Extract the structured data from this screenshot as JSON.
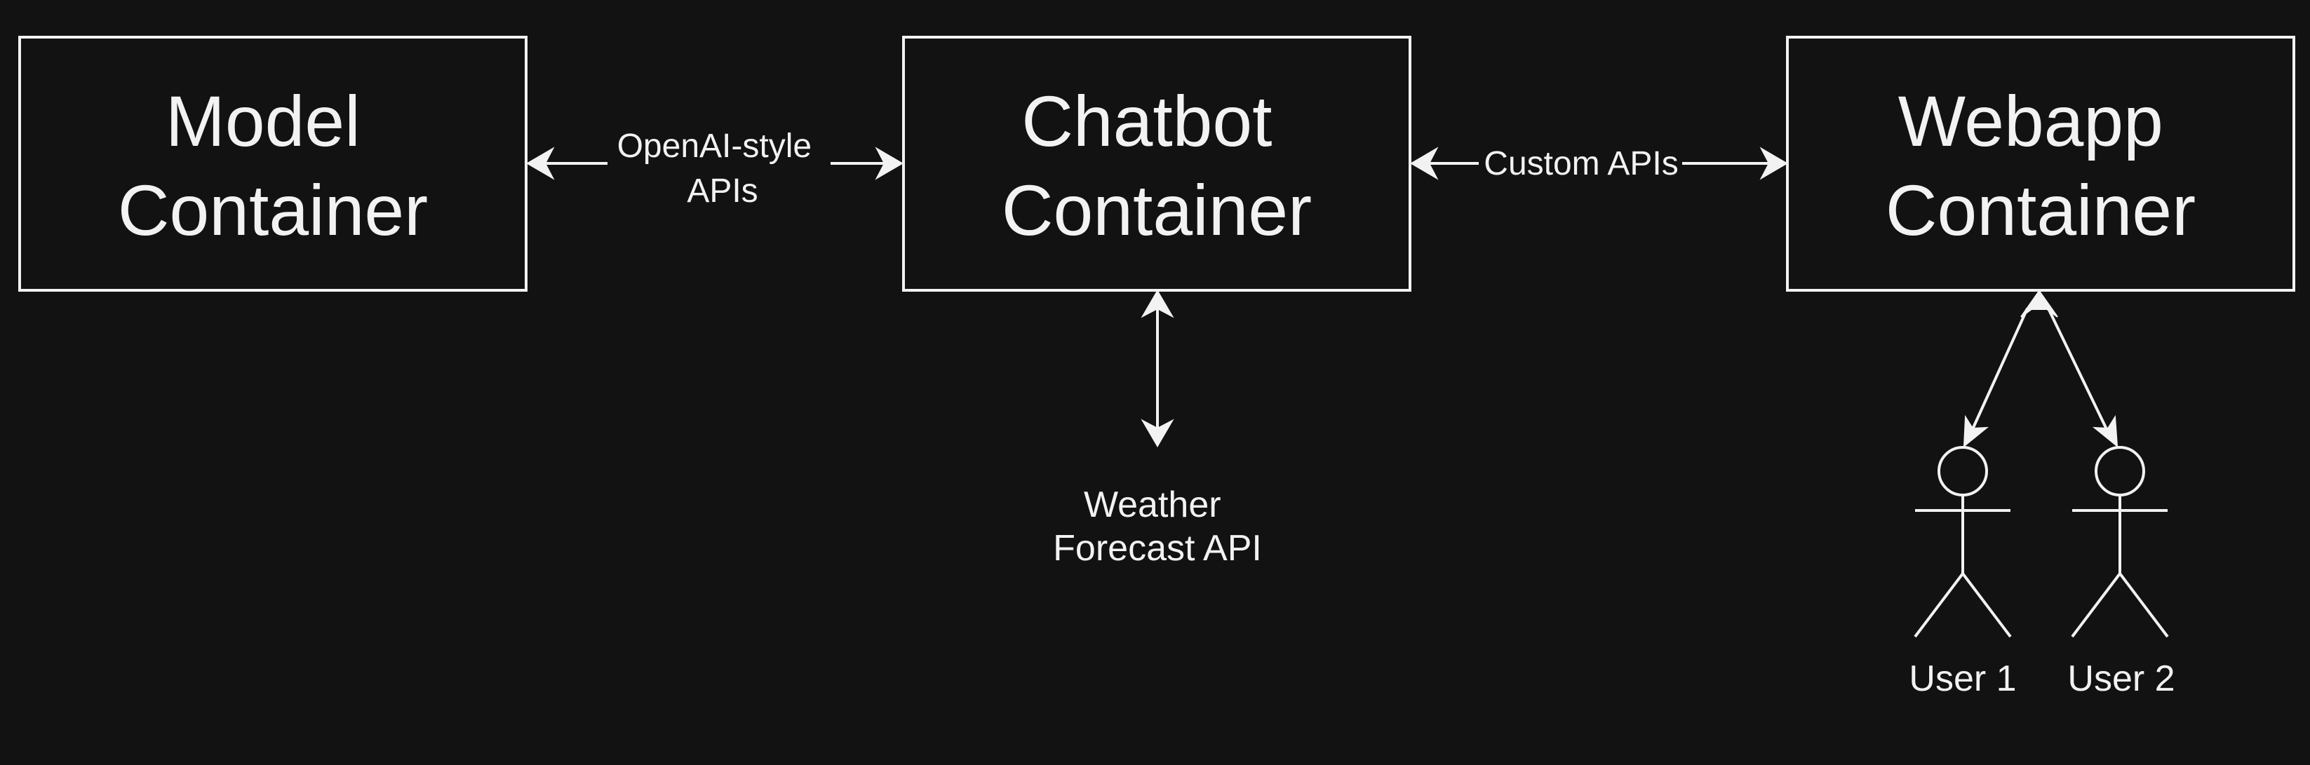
{
  "containers": {
    "model": {
      "line1": "Model",
      "line2": "Container"
    },
    "chatbot": {
      "line1": "Chatbot",
      "line2": "Container"
    },
    "webapp": {
      "line1": "Webapp",
      "line2": "Container"
    }
  },
  "connections": {
    "model_chatbot": {
      "line1": "OpenAI-style",
      "line2": "APIs"
    },
    "chatbot_webapp": {
      "label": "Custom APIs"
    }
  },
  "external": {
    "weather": {
      "line1": "Weather",
      "line2": "Forecast API"
    }
  },
  "users": [
    {
      "label": "User 1"
    },
    {
      "label": "User 2"
    }
  ],
  "colors": {
    "background": "#121212",
    "foreground": "#f2f2f2"
  }
}
